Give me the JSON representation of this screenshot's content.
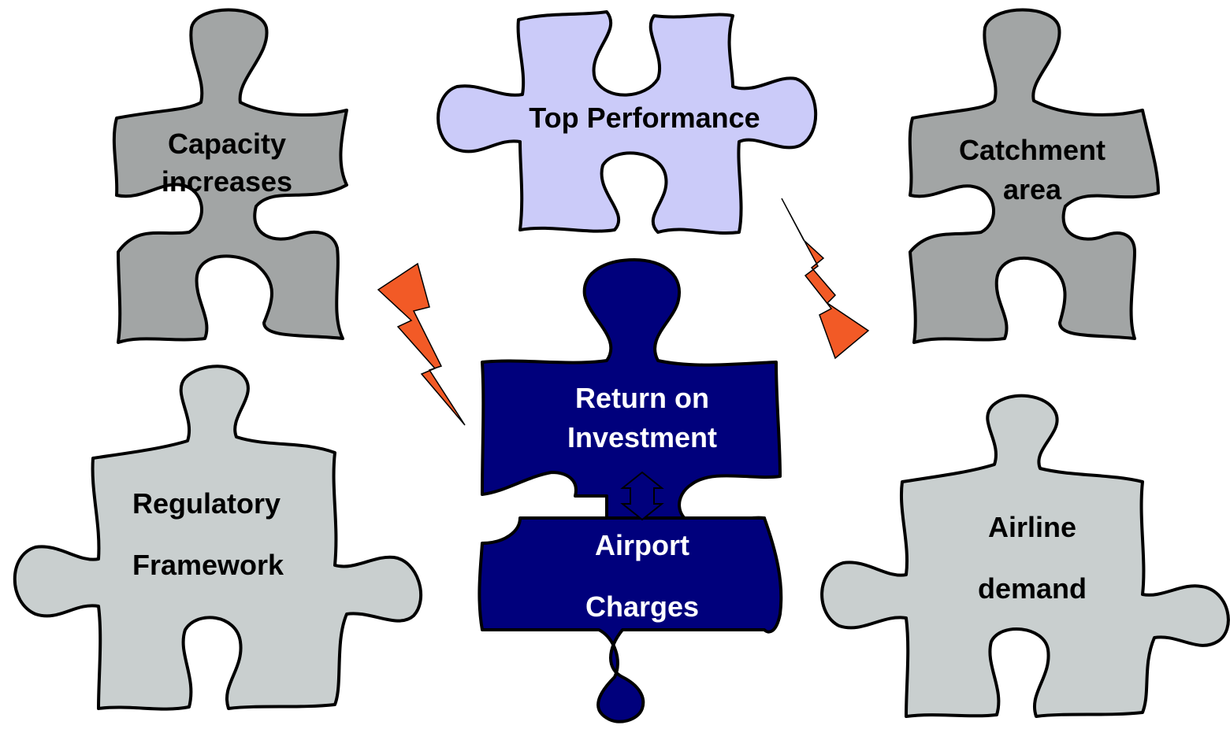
{
  "pieces": {
    "capacity": {
      "line1": "Capacity",
      "line2": "increases",
      "fill": "#a2a5a5"
    },
    "top_performance": {
      "line1": "Top Performance",
      "fill": "#cbcbf9"
    },
    "catchment": {
      "line1": "Catchment",
      "line2": "area",
      "fill": "#a2a5a5"
    },
    "regulatory": {
      "line1": "Regulatory",
      "line2": "Framework",
      "fill": "#c9cfcf"
    },
    "airline": {
      "line1": "Airline",
      "line2": "demand",
      "fill": "#c9cfcf"
    },
    "roi": {
      "line1": "Return on",
      "line2": "Investment",
      "fill": "#00007c"
    },
    "charges": {
      "line1": "Airport",
      "line2": "Charges",
      "fill": "#00007c"
    }
  },
  "lightning_color": "#f25a26",
  "outline_color": "#000000"
}
